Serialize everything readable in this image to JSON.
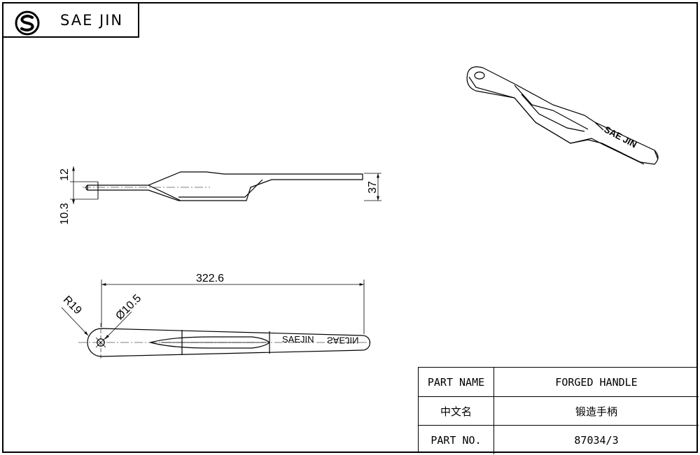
{
  "brand": {
    "name": "SAE JIN",
    "logo_icon": "sj-logo-icon"
  },
  "views": {
    "side": {
      "dim_height_top": "12",
      "dim_height_bottom": "10.3",
      "dim_height_right": "37"
    },
    "top": {
      "dim_length": "322.6",
      "dim_radius": "R19",
      "dim_hole": "Ø10.5",
      "engraving_1": "SAEJIN",
      "engraving_2": "SAEJIN"
    },
    "iso": {
      "engraving": "SAE JIN"
    }
  },
  "titleblock": {
    "rows": [
      {
        "label": "PART NAME",
        "value": "FORGED HANDLE"
      },
      {
        "label": "中文名",
        "value": "锻造手柄"
      },
      {
        "label": "PART NO.",
        "value": "87034/3"
      }
    ]
  }
}
